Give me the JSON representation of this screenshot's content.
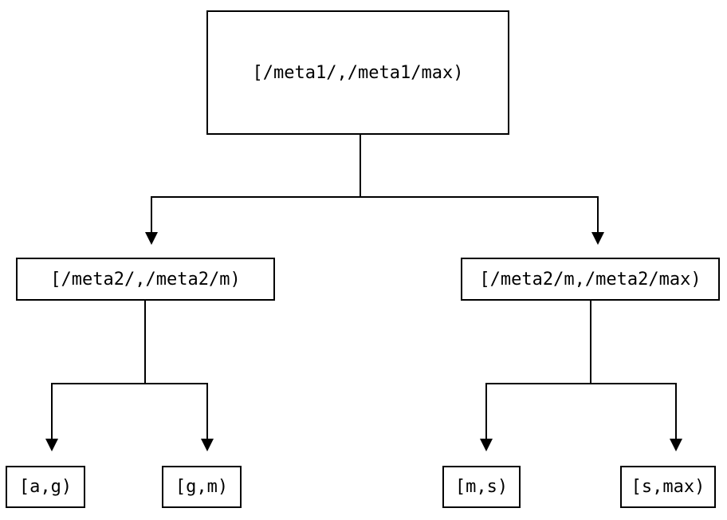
{
  "diagram": {
    "type": "tree",
    "direction": "top-down",
    "colors": {
      "background": "#ffffff",
      "node_fill": "#ffffff",
      "node_border": "#000000",
      "line": "#000000",
      "text": "#000000"
    },
    "nodes": {
      "root": {
        "label": "[/meta1/,/meta1/max)"
      },
      "meta2_low": {
        "label": "[/meta2/,/meta2/m)"
      },
      "meta2_high": {
        "label": "[/meta2/m,/meta2/max)"
      },
      "leaf_ag": {
        "label": "[a,g)"
      },
      "leaf_gm": {
        "label": "[g,m)"
      },
      "leaf_ms": {
        "label": "[m,s)"
      },
      "leaf_smax": {
        "label": "[s,max)"
      }
    },
    "edges": [
      {
        "from": "root",
        "to": "meta2_low"
      },
      {
        "from": "root",
        "to": "meta2_high"
      },
      {
        "from": "meta2_low",
        "to": "leaf_ag"
      },
      {
        "from": "meta2_low",
        "to": "leaf_gm"
      },
      {
        "from": "meta2_high",
        "to": "leaf_ms"
      },
      {
        "from": "meta2_high",
        "to": "leaf_smax"
      }
    ]
  }
}
